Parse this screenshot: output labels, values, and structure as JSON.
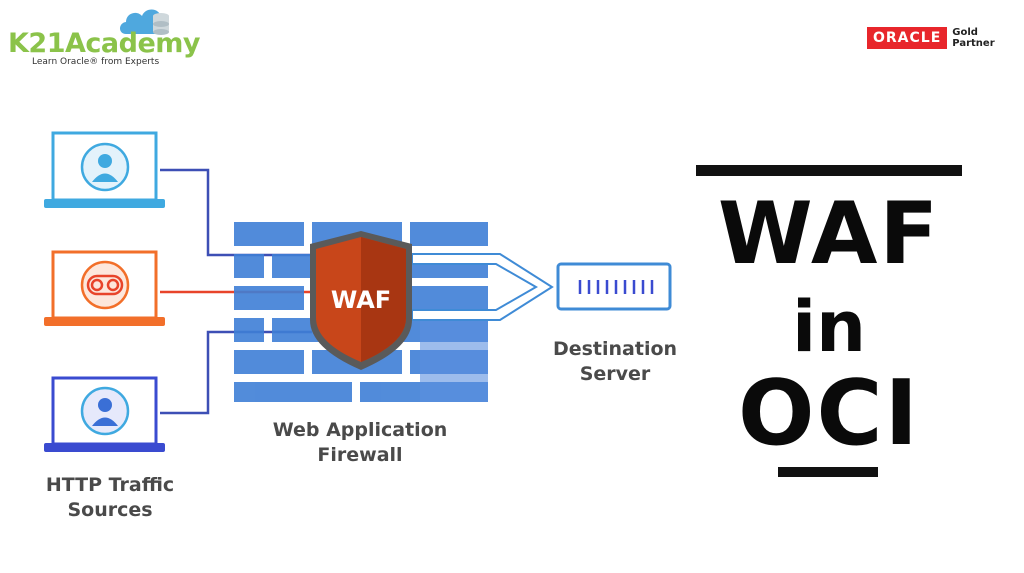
{
  "brand": {
    "name": "K21Academy",
    "tagline": "Learn Oracle® from Experts",
    "partner_logo": "ORACLE",
    "partner_level": "Gold",
    "partner_text": "Partner"
  },
  "diagram": {
    "sources_label_line1": "HTTP Traffic",
    "sources_label_line2": "Sources",
    "shield_label": "WAF",
    "firewall_label_line1": "Web Application",
    "firewall_label_line2": "Firewall",
    "destination_label_line1": "Destination",
    "destination_label_line2": "Server"
  },
  "headline": {
    "line1": "WAF",
    "line2": "in",
    "line3": "OCI"
  },
  "colors": {
    "accent_green": "#8bc34a",
    "source_blue": "#3fa9e0",
    "source_orange": "#f26f2a",
    "source_navy": "#3a4bd0",
    "wall_blue": "#3f7fd6",
    "shield_orange": "#c8461a",
    "oracle_red": "#e8262b"
  }
}
